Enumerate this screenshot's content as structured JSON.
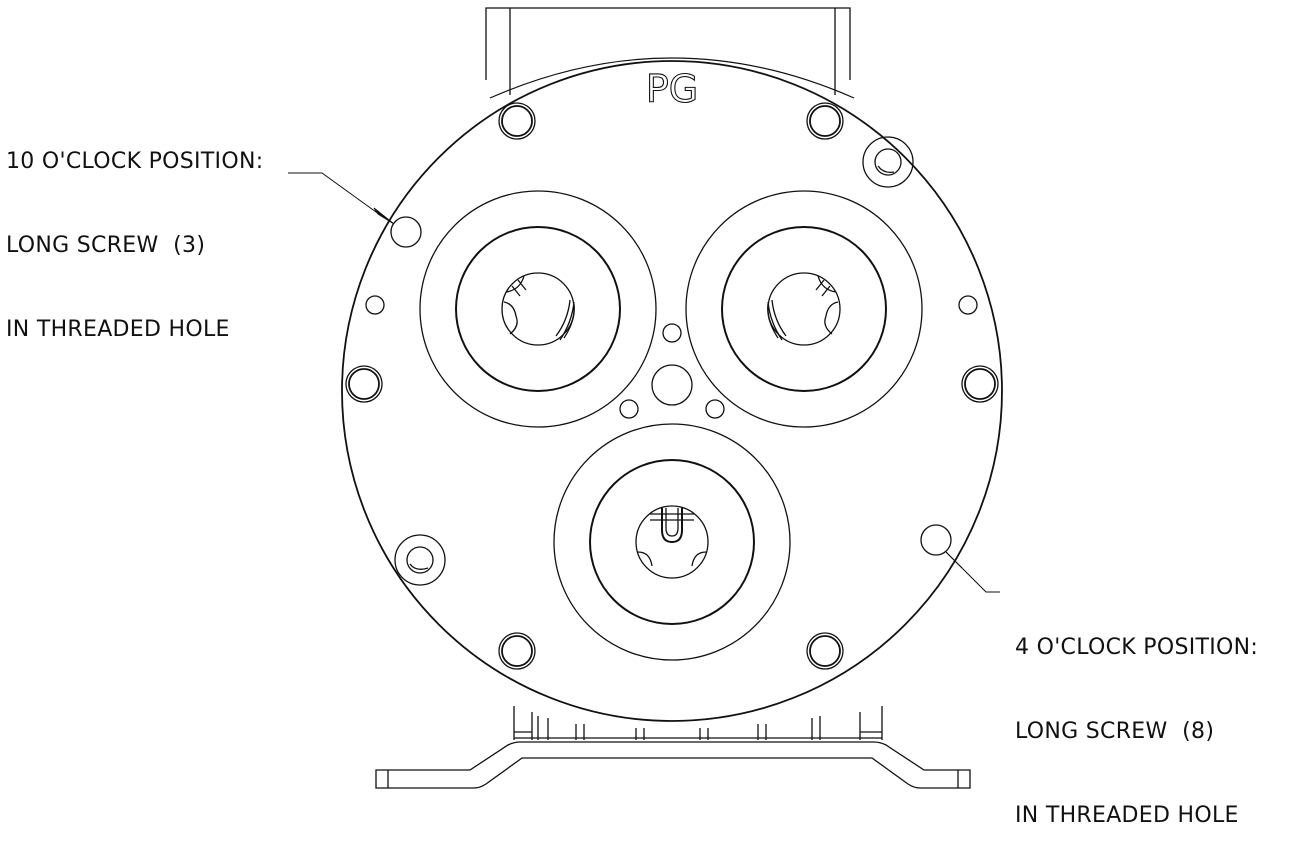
{
  "drawing": {
    "part_marking": "PG",
    "callouts": [
      {
        "id": "ten-oclock",
        "lines": [
          "10 O'CLOCK POSITION:",
          "LONG SCREW  (3)",
          "IN THREADED HOLE"
        ]
      },
      {
        "id": "four-oclock",
        "lines": [
          "4 O'CLOCK POSITION:",
          "LONG SCREW  (8)",
          "IN THREADED HOLE"
        ]
      }
    ]
  },
  "colors": {
    "line": "#111111",
    "background": "#ffffff"
  }
}
